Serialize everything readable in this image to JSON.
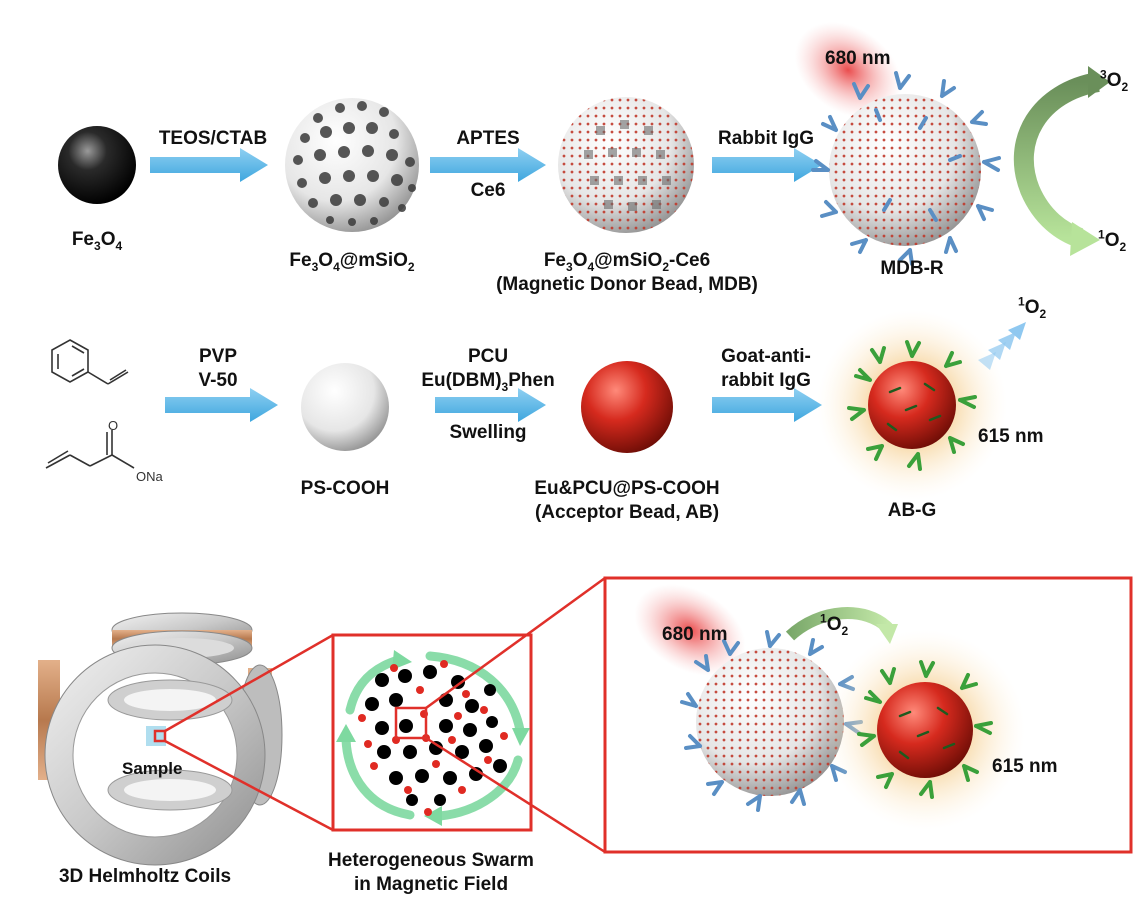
{
  "row1": {
    "step1_reagent": "TEOS/CTAB",
    "step2_reagent_top": "APTES",
    "step2_reagent_bottom": "Ce6",
    "step3_reagent": "Rabbit IgG",
    "p0_main": "Fe",
    "p0_s1": "3",
    "p0_mid": "O",
    "p0_s2": "4",
    "p1_main": "Fe",
    "p1_s1": "3",
    "p1_mid": "O",
    "p1_s2": "4",
    "p1_tail": "@mSiO",
    "p1_s3": "2",
    "p2_main": "Fe",
    "p2_s1": "3",
    "p2_mid": "O",
    "p2_s2": "4",
    "p2_tail": "@mSiO",
    "p2_s3": "2",
    "p2_end": "-Ce6",
    "p2_sub": "(Magnetic Donor Bead, MDB)",
    "p3": "MDB-R",
    "laser": "680 nm",
    "triplet_sup": "3",
    "triplet": "O",
    "triplet_sub": "2",
    "singlet_sup": "1",
    "singlet": "O",
    "singlet_sub": "2"
  },
  "row2": {
    "step1_top": "PVP",
    "step1_bottom": "V-50",
    "step2_top": "PCU",
    "step2_mid_a": "Eu(DBM)",
    "step2_mid_sub": "3",
    "step2_mid_b": "Phen",
    "step2_bottom": "Swelling",
    "step3_top": "Goat-anti-",
    "step3_bottom": "rabbit IgG",
    "monomer_label": "ONa",
    "p1": "PS-COOH",
    "p2": "Eu&PCU@PS-COOH",
    "p2_sub": "(Acceptor Bead, AB)",
    "p3": "AB-G",
    "emission": "615 nm",
    "singlet_sup": "1",
    "singlet": "O",
    "singlet_sub": "2"
  },
  "row3": {
    "coils_label": "3D Helmholtz Coils",
    "sample_label": "Sample",
    "swarm_label_1": "Heterogeneous Swarm",
    "swarm_label_2": "in Magnetic Field",
    "zoom_laser": "680 nm",
    "zoom_singlet_sup": "1",
    "zoom_singlet": "O",
    "zoom_singlet_sub": "2",
    "zoom_emission": "615 nm"
  },
  "colors": {
    "arrow": "#5ab4e5",
    "red_bead": "#d62a1e",
    "frame": "#e0302a",
    "antibody_blue": "#5a8fc4",
    "antibody_green": "#3aa03a",
    "swarm_arrow": "#7ed9a0"
  }
}
